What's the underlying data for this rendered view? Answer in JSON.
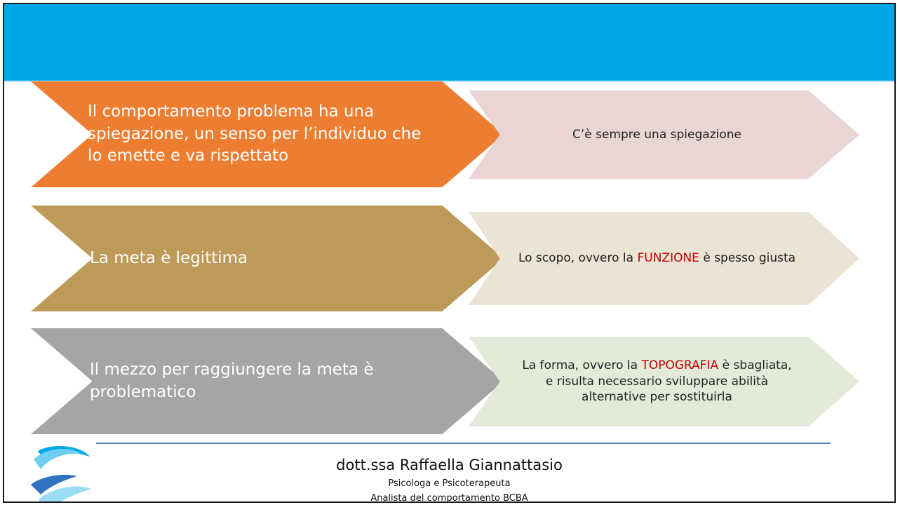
{
  "rows": [
    {
      "left": "Il comportamento problema ha una spiegazione, un senso per l’individuo che lo emette e va rispettato",
      "right_before": "C’è sempre una spiegazione",
      "right_highlight": "",
      "right_after": ""
    },
    {
      "left": "La meta è legittima",
      "right_before": "Lo scopo, ovvero la ",
      "right_highlight": "FUNZIONE",
      "right_after": " è spesso giusta"
    },
    {
      "left": "Il mezzo per raggiungere la meta  è problematico",
      "right_before": "La forma, ovvero la ",
      "right_highlight": "TOPOGRAFIA",
      "right_after": " è sbagliata, e risulta necessario sviluppare abilità alternative per sostituirla"
    }
  ],
  "footer": {
    "name": "dott.ssa Raffaella Giannattasio",
    "role1": "Psicologa e Psicoterapeuta",
    "role2": "Analista del comportamento BCBA"
  },
  "colors": {
    "header": "#00a8e6",
    "row1_left": "#ed7d31",
    "row1_right": "#ead5d5",
    "row2_left": "#bd9a57",
    "row2_right": "#ebe4d5",
    "row3_left": "#a5a5a5",
    "row3_right": "#e3ead8",
    "highlight": "#c00000"
  }
}
